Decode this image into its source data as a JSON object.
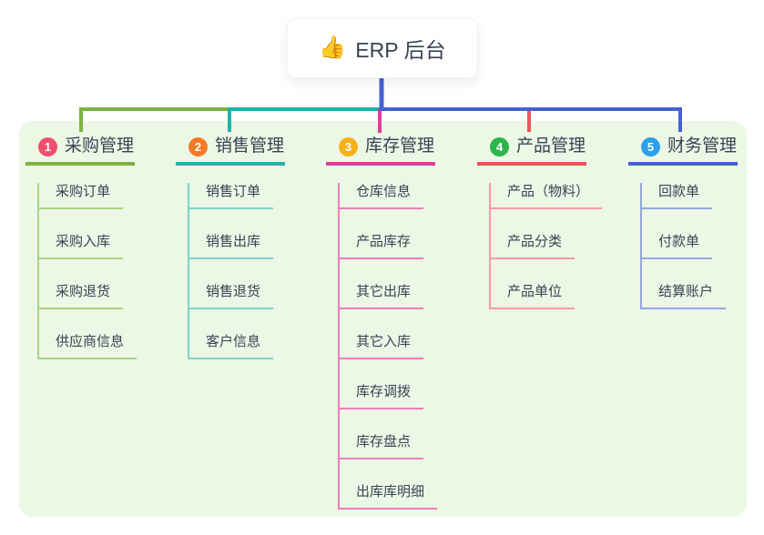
{
  "canvas": {
    "background": "#ffffff",
    "panel_color": "#ecf7e6",
    "text_color": "#3a4353",
    "root_line_color": "#4562d0"
  },
  "root": {
    "icon": "👍",
    "label": "ERP 后台"
  },
  "branches": [
    {
      "number": "1",
      "title": "采购管理",
      "badge_color": "#f04f6e",
      "line_color": "#7cb342",
      "child_line_color": "#a9d57f",
      "items": [
        "采购订单",
        "采购入库",
        "采购退货",
        "供应商信息"
      ]
    },
    {
      "number": "2",
      "title": "销售管理",
      "badge_color": "#f57a27",
      "line_color": "#22b3a9",
      "child_line_color": "#7fd3ca",
      "items": [
        "销售订单",
        "销售出库",
        "销售退货",
        "客户信息"
      ]
    },
    {
      "number": "3",
      "title": "库存管理",
      "badge_color": "#f7b118",
      "line_color": "#e03e9d",
      "child_line_color": "#f07cb7",
      "items": [
        "仓库信息",
        "产品库存",
        "其它出库",
        "其它入库",
        "库存调拨",
        "库存盘点",
        "出库库明细"
      ]
    },
    {
      "number": "4",
      "title": "产品管理",
      "badge_color": "#2cb54b",
      "line_color": "#f4515f",
      "child_line_color": "#f79ba1",
      "items": [
        "产品（物料）",
        "产品分类",
        "产品单位"
      ]
    },
    {
      "number": "5",
      "title": "财务管理",
      "badge_color": "#2ba1ec",
      "line_color": "#4562d0",
      "child_line_color": "#93a7dd",
      "items": [
        "回款单",
        "付款单",
        "结算账户"
      ]
    }
  ]
}
